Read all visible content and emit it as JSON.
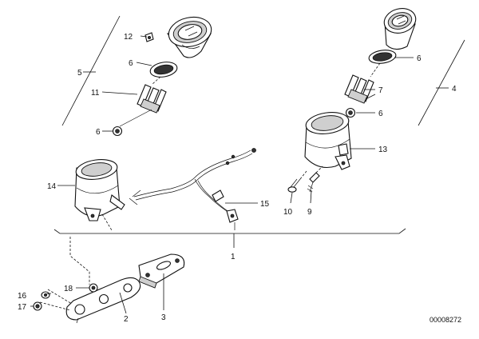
{
  "labels": {
    "l1": "1",
    "l2": "2",
    "l3": "3",
    "l4": "4",
    "l5": "5",
    "l6a": "6",
    "l6b": "6",
    "l6c": "6",
    "l6d": "6",
    "l7": "7",
    "l9": "9",
    "l10": "10",
    "l11": "11",
    "l12": "12",
    "l13": "13",
    "l14": "14",
    "l15": "15",
    "l16": "16",
    "l17": "17",
    "l18": "18"
  },
  "diagram_code": "00008272"
}
